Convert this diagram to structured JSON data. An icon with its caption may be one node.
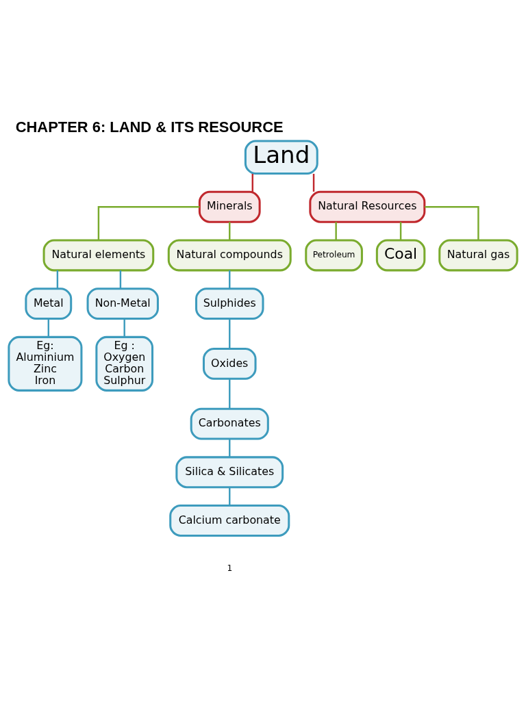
{
  "diagram": {
    "title": "CHAPTER 6: LAND & ITS RESOURCE",
    "nodes": [
      {
        "text": [
          "Land"
        ]
      },
      {
        "text": [
          "Minerals"
        ]
      },
      {
        "text": [
          "Natural Resources"
        ]
      },
      {
        "text": [
          "Natural elements"
        ]
      },
      {
        "text": [
          "Natural compounds"
        ]
      },
      {
        "text": [
          "Petroleum"
        ]
      },
      {
        "text": [
          "Coal"
        ]
      },
      {
        "text": [
          "Natural gas"
        ]
      },
      {
        "text": [
          "Metal"
        ]
      },
      {
        "text": [
          "Non-Metal"
        ]
      },
      {
        "text": [
          "Eg: Aluminium Zinc Iron"
        ]
      },
      {
        "text": [
          "Eg : Oxygen Carbon Sulphur"
        ]
      },
      {
        "text": [
          "Sulphides"
        ]
      },
      {
        "text": [
          "Oxides"
        ]
      },
      {
        "text": [
          "Carbonates"
        ]
      },
      {
        "text": [
          "Silica & Silicates"
        ]
      },
      {
        "text": [
          "Calcium carbonate"
        ]
      }
    ],
    "edges": [
      {
        "from": 0,
        "to": 1,
        "arrow": "none",
        "color": "#c0282d"
      },
      {
        "from": 0,
        "to": 2,
        "arrow": "none",
        "color": "#c0282d"
      },
      {
        "from": 1,
        "to": 3,
        "arrow": "none",
        "color": "#7aab2e"
      },
      {
        "from": 1,
        "to": 4,
        "arrow": "none",
        "color": "#7aab2e"
      },
      {
        "from": 2,
        "to": 5,
        "arrow": "none",
        "color": "#7aab2e"
      },
      {
        "from": 2,
        "to": 6,
        "arrow": "none",
        "color": "#7aab2e"
      },
      {
        "from": 2,
        "to": 7,
        "arrow": "none",
        "color": "#7aab2e"
      },
      {
        "from": 3,
        "to": 8,
        "arrow": "none"
      },
      {
        "from": 3,
        "to": 9,
        "arrow": "none"
      },
      {
        "from": 8,
        "to": 10,
        "arrow": "none"
      },
      {
        "from": 9,
        "to": 11,
        "arrow": "none"
      },
      {
        "from": 4,
        "to": 12,
        "arrow": "none"
      },
      {
        "from": 12,
        "to": 13,
        "arrow": "none"
      },
      {
        "from": 13,
        "to": 14,
        "arrow": "none"
      },
      {
        "from": 14,
        "to": 15,
        "arrow": "none"
      },
      {
        "from": 15,
        "to": 16,
        "arrow": "none"
      }
    ],
    "labels": [
      "1"
    ]
  }
}
